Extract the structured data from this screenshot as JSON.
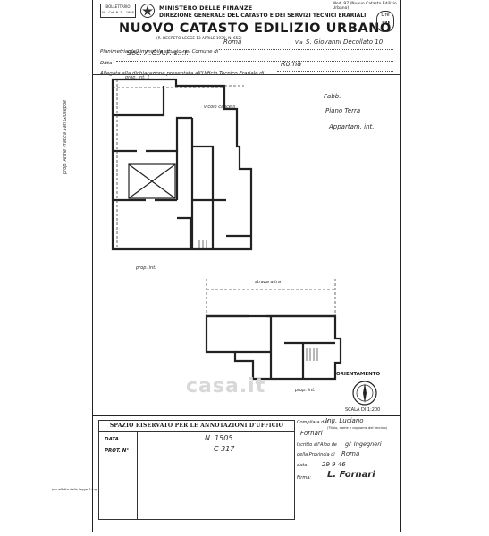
{
  "header": {
    "form_code_top": "Mod. 97 (Nuovo Catasto Edilizio Urbano)",
    "stamp_label": "BOLLETTARIO",
    "stamp_sub": "N. - Cat. N. T. - 1956",
    "ministry": "MINISTERO DELLE FINANZE",
    "directorate": "DIREZIONE GENERALE DEL CATASTO E DEI SERVIZI TECNICI ERARIALI",
    "title": "NUOVO CATASTO EDILIZIO URBANO",
    "decree": "(R. DECRETO-LEGGE 13 APRILE 1939, N. 652)",
    "price_label": "Lire",
    "price_value": "30"
  },
  "form": {
    "planimetria_label": "Planimetria dell'immobile situato nel Comune di",
    "comune_value": "Roma",
    "via_label": "Via",
    "via_value": "S. Giovanni Decollato 10",
    "ditta_label": "Ditta",
    "ditta_value": "Soc. A.C.A.F. s.r.l.",
    "allegata_label": "Allegata alla dichiarazione presentata all'Ufficio Tecnico Erariale di",
    "ufficio_value": "Roma"
  },
  "plan_notes": {
    "line1": "Fabb.",
    "line2": "Piano Terra",
    "line3": "Appartam. int.",
    "label_prop_int_top": "prop. int. 1",
    "label_vicolo": "vicolo cancelli",
    "label_prop_side": "prop. Arme Pratica San Giuseppe",
    "label_prop_int_bottom": "prop. int.",
    "label_strada": "strada altra",
    "label_prop_int_lower": "prop. int."
  },
  "orientation": {
    "label": "ORIENTAMENTO",
    "scale": "SCALA DI 1:200"
  },
  "watermark": "casa.it",
  "footer": {
    "reserved_title": "SPAZIO RISERVATO PER LE ANNOTAZIONI D'UFFICIO",
    "data_label": "DATA",
    "prot_label": "PROT. N°",
    "handwritten_ref_1": "N. 1505",
    "handwritten_ref_2": "C 317",
    "compilata_label": "Compilata dal",
    "compiler_value": "Ing. Luciano",
    "compiler_surname": "Fornari",
    "compiler_note": "(Titolo, nome e cognome del tecnico)",
    "iscritto_label": "Iscritto all'Albo de",
    "iscritto_value": "gl' Ingegneri",
    "provincia_label": "della Provincia di",
    "provincia_value": "Roma",
    "data2_label": "data",
    "data2_value": "29 9 46",
    "firma_label": "Firma:",
    "firma_value": "L. Fornari"
  },
  "side_note": "per effetto della legge 6 luglio 1931 n. 1059"
}
